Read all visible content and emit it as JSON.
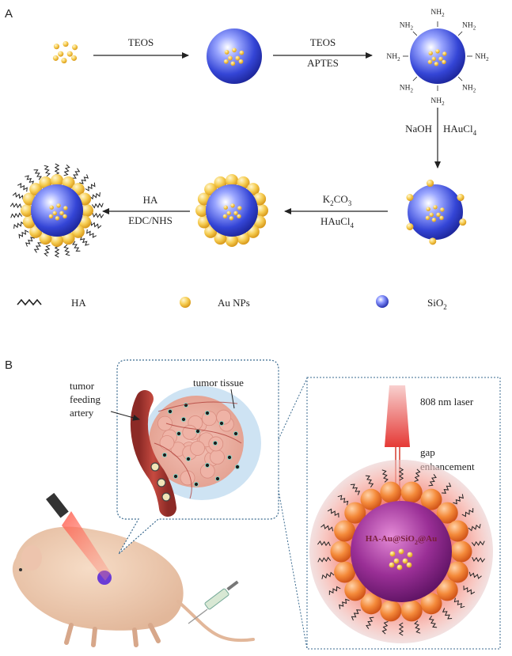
{
  "panel_a": {
    "label": "A",
    "step1": {
      "reagent": "TEOS"
    },
    "step2": {
      "reagent_top": "TEOS",
      "reagent_bottom": "APTES"
    },
    "amine_label_parts": [
      "NH",
      "2"
    ],
    "step3": {
      "left": "NaOH",
      "right_main": "HAuCl",
      "right_sub": "4"
    },
    "step4": {
      "top_main": "K",
      "top_sub": "2",
      "top_rest": "CO",
      "top_sub2": "3",
      "bottom_main": "HAuCl",
      "bottom_sub": "4"
    },
    "step5": {
      "top": "HA",
      "bottom": "EDC/NHS"
    },
    "legend": {
      "ha": "HA",
      "au": "Au NPs",
      "sio2_main": "SiO",
      "sio2_sub": "2"
    }
  },
  "panel_b": {
    "label": "B",
    "tumor_tissue": "tumor tissue",
    "artery_line1": "tumor",
    "artery_line2": "feeding",
    "artery_line3": "artery",
    "laser": "808 nm laser",
    "gap_line1": "gap",
    "gap_line2": "enhancement",
    "core_main": "HA-Au@SiO",
    "core_sub": "2",
    "core_rest": "@Au"
  },
  "colors": {
    "silica_core": "#3a4fd8",
    "gold": "#f3c44a",
    "particle_orange": "#f28a3c",
    "particle_core_purple": "#8e2f8a",
    "laser_red": "#e53935"
  }
}
